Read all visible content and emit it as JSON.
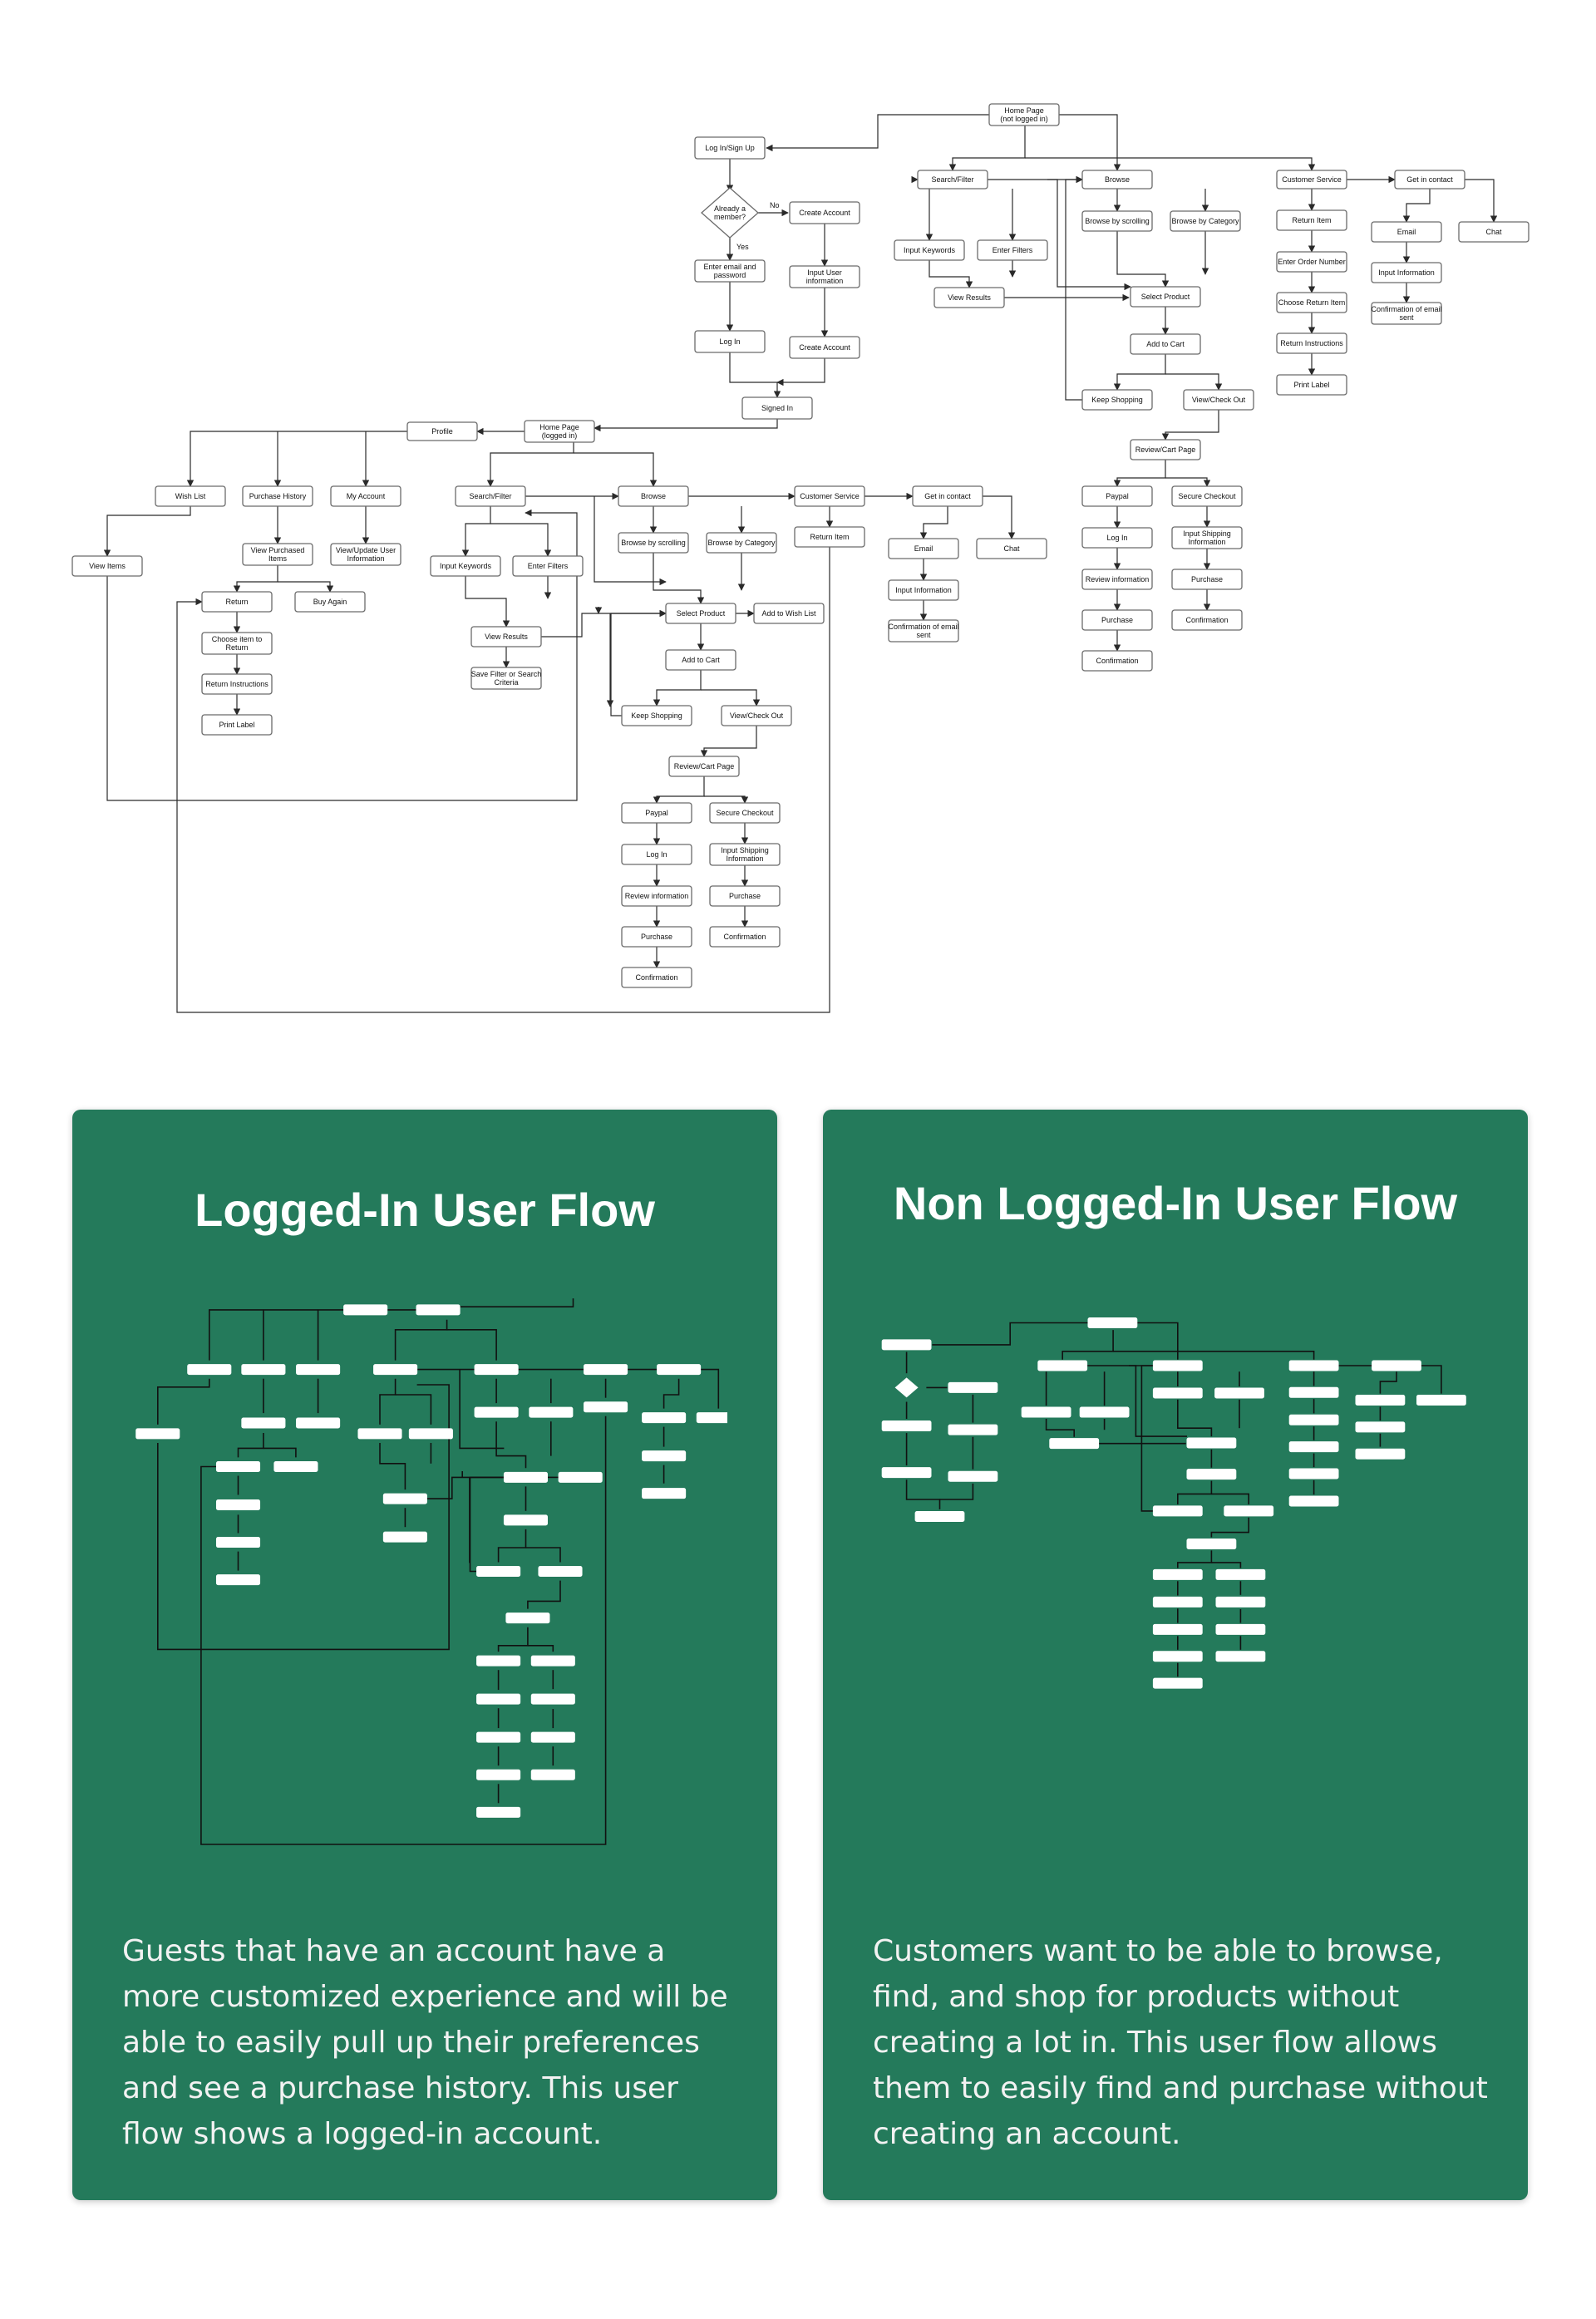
{
  "diagram": {
    "nodes": {
      "a_home": "Home Page\n(not logged in)",
      "a_login": "Log In/Sign Up",
      "a_member": "Already a\nmember?",
      "a_no": "No",
      "a_yes": "Yes",
      "a_create": "Create Account",
      "a_email": "Enter email and\npassword",
      "a_userinfo": "Input User\ninformation",
      "a_logbtn": "Log In",
      "a_create2": "Create Account",
      "a_signed": "Signed In",
      "a_search": "Search/Filter",
      "a_browse": "Browse",
      "a_cs": "Customer Service",
      "a_contact": "Get in contact",
      "a_keywords": "Input Keywords",
      "a_filters": "Enter Filters",
      "a_results": "View Results",
      "a_scroll": "Browse by scrolling",
      "a_bycat": "Browse by Category",
      "a_select": "Select Product",
      "a_cart": "Add to Cart",
      "a_keep": "Keep Shopping",
      "a_checkout": "View/Check Out",
      "a_review": "Review/Cart Page",
      "a_paypal": "Paypal",
      "a_secure": "Secure Checkout",
      "a_plog": "Log In",
      "a_shipinfo": "Input Shipping\nInformation",
      "a_reviewinfo": "Review information",
      "a_spurchase": "Purchase",
      "a_ppurchase": "Purchase",
      "a_sconfirm": "Confirmation",
      "a_pconfirm": "Confirmation",
      "a_retitem": "Return Item",
      "a_order": "Enter Order Number",
      "a_chooseret": "Choose Return Item",
      "a_retinst": "Return Instructions",
      "a_print": "Print Label",
      "a_email2": "Email",
      "a_chat": "Chat",
      "a_inputinfo": "Input Information",
      "a_confemail": "Confirmation of email\nsent",
      "b_home": "Home Page\n(logged in)",
      "b_profile": "Profile",
      "b_wish": "Wish List",
      "b_history": "Purchase History",
      "b_account": "My Account",
      "b_viewitems": "View Items",
      "b_viewpurch": "View Purchased\nItems",
      "b_update": "View/Update User\nInformation",
      "b_return": "Return",
      "b_buyagain": "Buy Again",
      "b_chooseret": "Choose item to\nReturn",
      "b_retinst": "Return Instructions",
      "b_print": "Print Label",
      "b_search": "Search/Filter",
      "b_keywords": "Input Keywords",
      "b_filters": "Enter Filters",
      "b_results": "View Results",
      "b_save": "Save Filter or Search\nCriteria",
      "b_browse": "Browse",
      "b_scroll": "Browse by scrolling",
      "b_bycat": "Browse by Category",
      "b_select": "Select Product",
      "b_addwish": "Add to Wish List",
      "b_cart": "Add to Cart",
      "b_keep": "Keep Shopping",
      "b_checkout": "View/Check Out",
      "b_review": "Review/Cart Page",
      "b_paypal": "Paypal",
      "b_secure": "Secure Checkout",
      "b_plog": "Log In",
      "b_shipinfo": "Input Shipping\nInformation",
      "b_reviewinfo": "Review information",
      "b_spurchase": "Purchase",
      "b_ppurchase": "Purchase",
      "b_sconfirm": "Confirmation",
      "b_pconfirm": "Confirmation",
      "b_cs": "Customer Service",
      "b_retitem": "Return Item",
      "b_contact": "Get in contact",
      "b_email": "Email",
      "b_chat": "Chat",
      "b_inputinfo": "Input Information",
      "b_confemail": "Confirmation of email\nsent"
    }
  },
  "cards": {
    "logged_in": {
      "title": "Logged-In User Flow",
      "description": "Guests that have an account have a more customized experience and will be able to easily pull up their preferences and see a purchase history. This user flow shows a logged-in account."
    },
    "non_logged_in": {
      "title": "Non Logged-In User Flow",
      "description": "Customers want to be able to browse, find, and shop for products without creating a lot in. This user flow allows them to easily find and purchase without creating an account."
    }
  },
  "colors": {
    "card_bg": "#247a5b",
    "card_text": "#ffffff",
    "node_border": "#6b6b6b",
    "page_bg": "#ffffff"
  }
}
